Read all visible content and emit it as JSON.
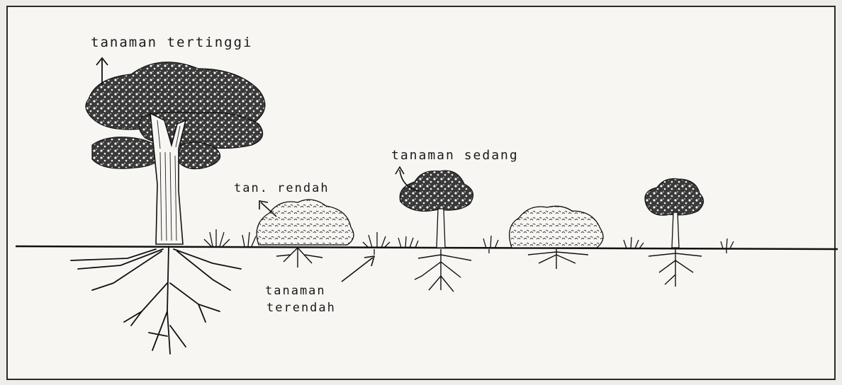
{
  "labels": {
    "tallest": "tanaman tertinggi",
    "medium": "tanaman sedang",
    "low": "tan. rendah",
    "lowest_line1": "tanaman",
    "lowest_line2": "terendah"
  },
  "colors": {
    "paper": "#f7f6f3",
    "ink": "#1a1a1a",
    "frame": "#2a2a2a"
  }
}
